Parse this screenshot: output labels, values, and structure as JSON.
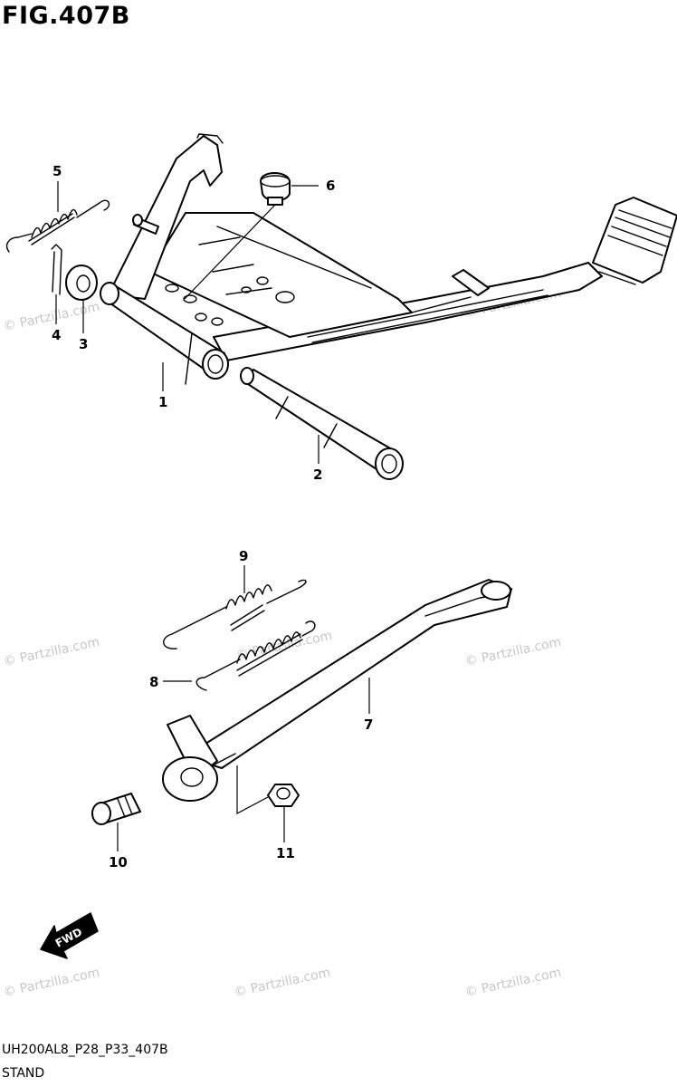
{
  "figure_title": "FIG.407B",
  "footer_code": "UH200AL8_P28_P33_407B",
  "footer_name": "STAND",
  "fwd_label": "FWD",
  "watermark_text": "© Partzilla.com",
  "callouts": [
    {
      "id": "1",
      "label": "1"
    },
    {
      "id": "2",
      "label": "2"
    },
    {
      "id": "3",
      "label": "3"
    },
    {
      "id": "4",
      "label": "4"
    },
    {
      "id": "5",
      "label": "5"
    },
    {
      "id": "6",
      "label": "6"
    },
    {
      "id": "7",
      "label": "7"
    },
    {
      "id": "8",
      "label": "8"
    },
    {
      "id": "9",
      "label": "9"
    },
    {
      "id": "10",
      "label": "10"
    },
    {
      "id": "11",
      "label": "11"
    }
  ]
}
